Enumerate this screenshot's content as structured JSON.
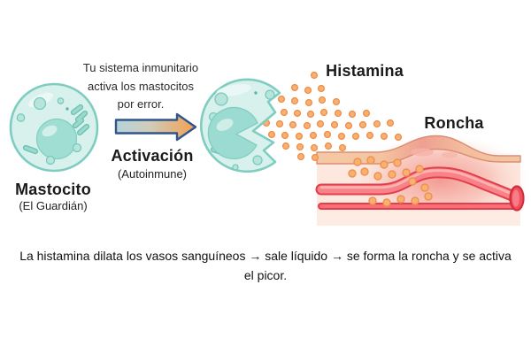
{
  "note": "Tu sistema inmunitario\nactiva los mastocitos\npor error.",
  "labels": {
    "mastocito": "Mastocito",
    "mastocito_sub": "(El Guardián)",
    "activacion": "Activación",
    "activacion_sub": "(Autoinmune)",
    "histamina": "Histamina",
    "roncha": "Roncha"
  },
  "caption": "La histamina dilata los vasos sanguíneos → sale líquido → se forma la roncha y se activa\nel picor.",
  "colors": {
    "background": "#ffffff",
    "cell_fill": "#d9f1ec",
    "cell_outline": "#7fcdc1",
    "nucleus_fill": "#a0ddd3",
    "organelle_fill": "#b7e5dc",
    "histamine_dot_fill": "#f9b171",
    "histamine_dot_outline": "#ee9150",
    "arrow_gradient_start": "#b6d3da",
    "arrow_gradient_end": "#f3a051",
    "arrow_outline": "#30568c",
    "vessel_outline_red": "#e23f4c",
    "vessel_fill_pink": "#f8828a",
    "skin_epidermis_tan": "#f5c9a4",
    "skin_dermis_pink": "#fce8df",
    "wheal_red": "#ef9f90",
    "label_text": "#1a1a1a"
  }
}
